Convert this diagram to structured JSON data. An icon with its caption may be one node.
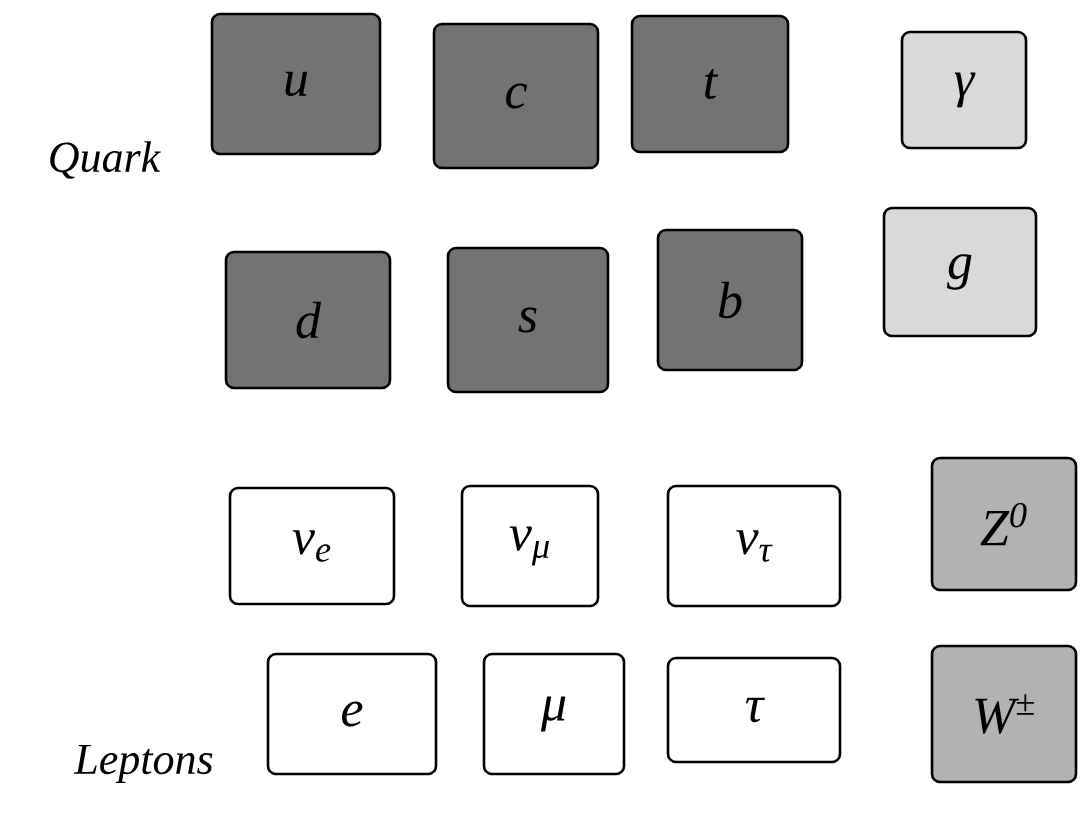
{
  "diagram": {
    "nodes": [
      {
        "text": [
          "u"
        ]
      },
      {
        "text": [
          "c"
        ]
      },
      {
        "text": [
          "t"
        ]
      },
      {
        "text": [
          "γ"
        ]
      },
      {
        "text": [
          "d"
        ]
      },
      {
        "text": [
          "s"
        ]
      },
      {
        "text": [
          "b"
        ]
      },
      {
        "text": [
          "g"
        ]
      },
      {
        "text": [
          "ν$_{e}$"
        ]
      },
      {
        "text": [
          "ν$_{μ}$"
        ]
      },
      {
        "text": [
          "ν$_{τ}$"
        ]
      },
      {
        "text": [
          "Z$^{0}$"
        ]
      },
      {
        "text": [
          "e"
        ]
      },
      {
        "text": [
          "μ"
        ]
      },
      {
        "text": [
          "τ"
        ]
      },
      {
        "text": [
          "W$^{±}$"
        ]
      }
    ],
    "labels": [
      "Quark",
      "Leptons"
    ]
  }
}
